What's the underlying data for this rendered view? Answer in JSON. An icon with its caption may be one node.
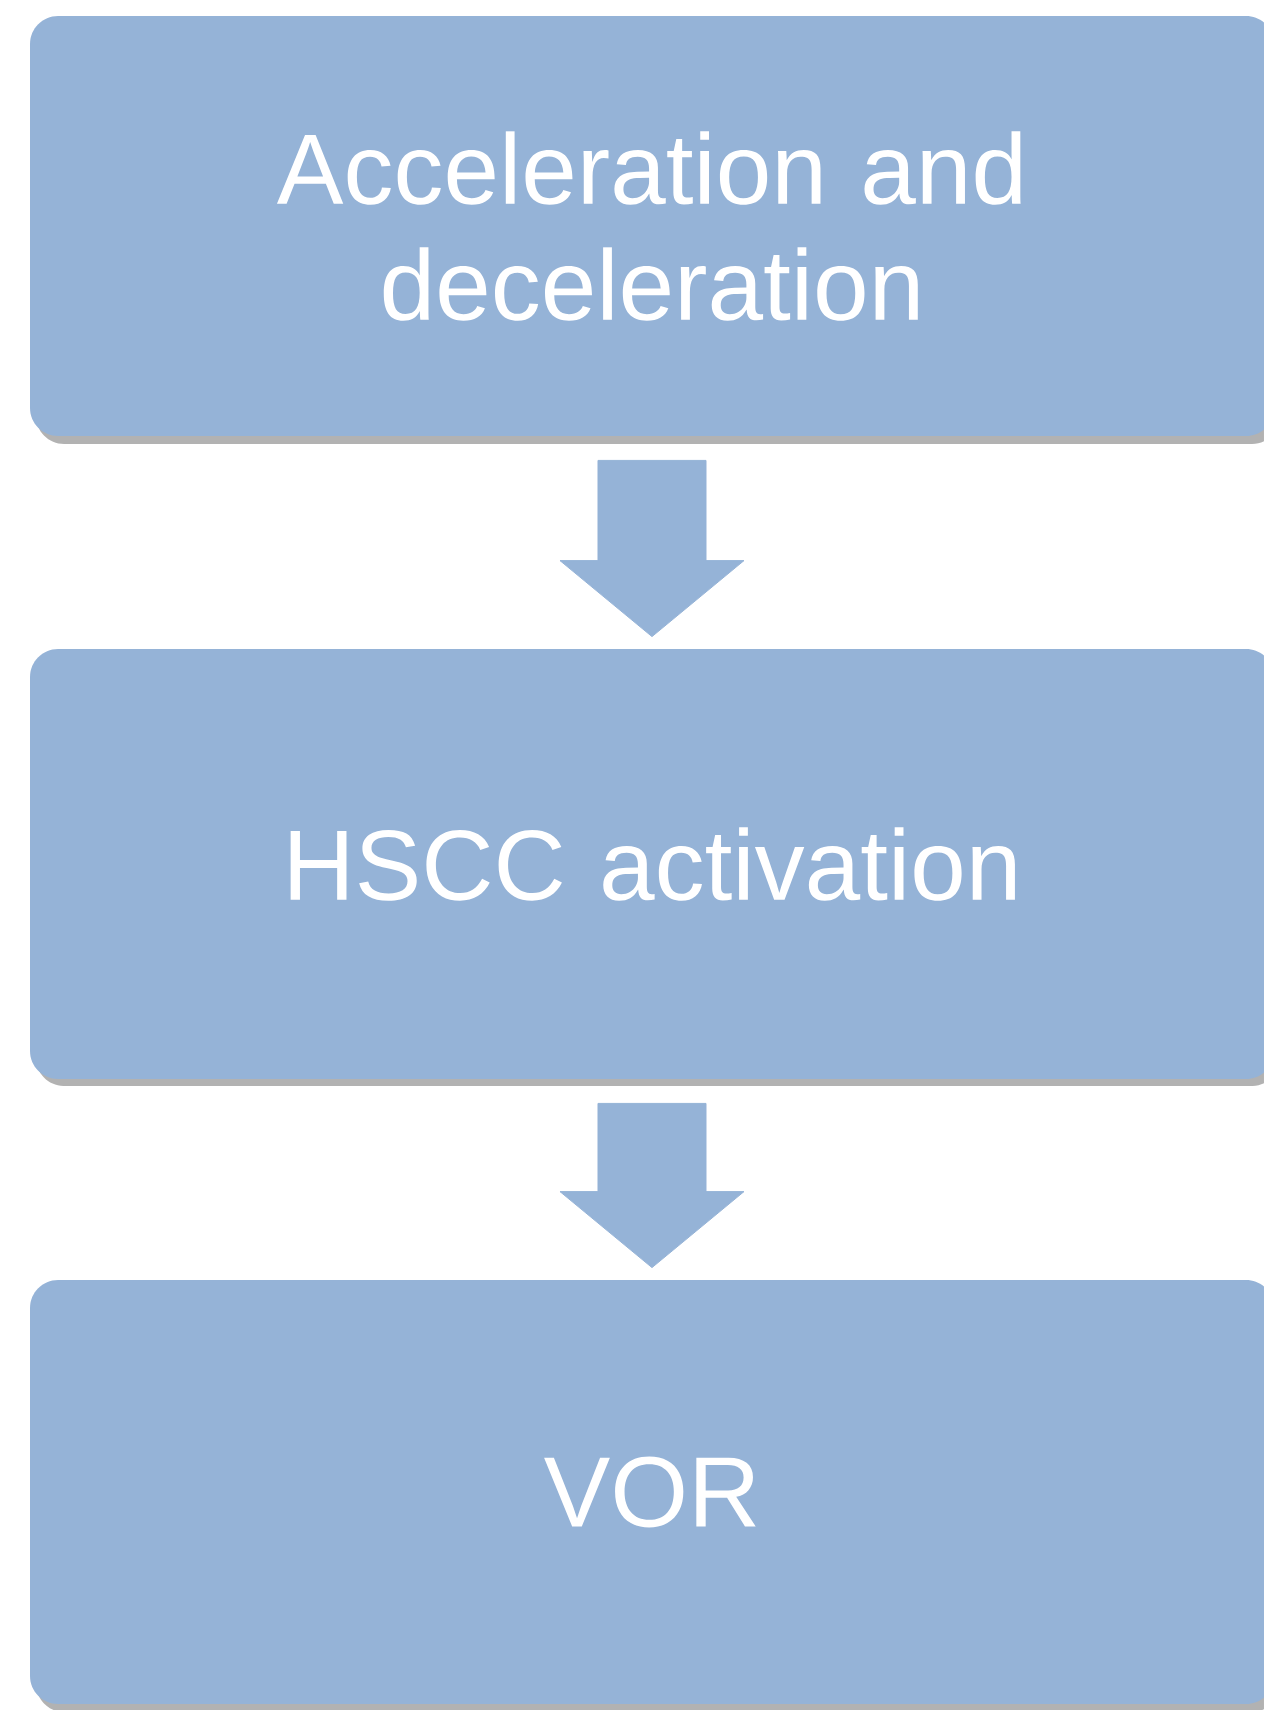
{
  "diagram": {
    "nodes": [
      {
        "text": [
          "Acceleration and deceleration"
        ]
      },
      {
        "text": [
          "HSCC activation"
        ]
      },
      {
        "text": [
          "VOR"
        ]
      }
    ],
    "edges": [
      {
        "from": 0,
        "to": 1,
        "arrow": "to"
      },
      {
        "from": 1,
        "to": 2,
        "arrow": "to"
      }
    ]
  }
}
